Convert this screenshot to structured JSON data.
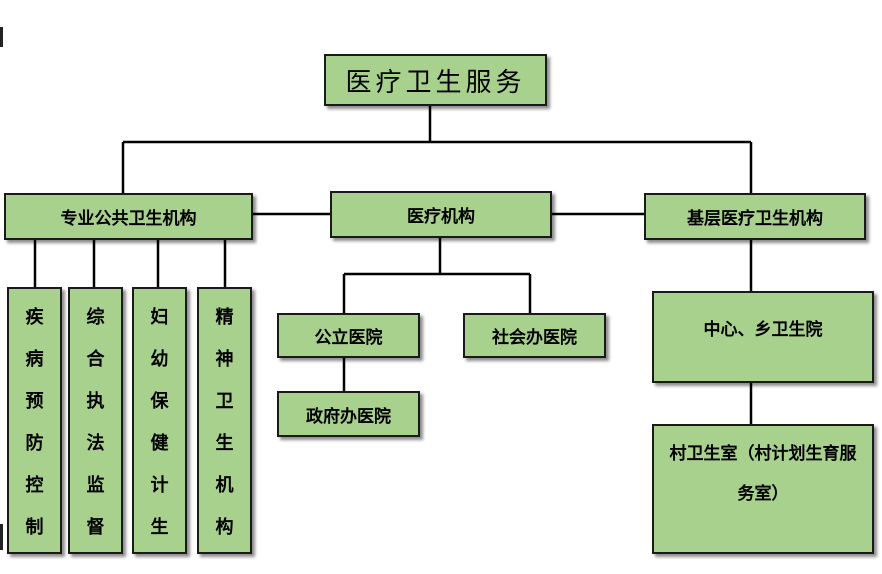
{
  "root": {
    "label": "医疗卫生服务"
  },
  "level1": {
    "public_health": "专业公共卫生机构",
    "medical": "医疗机构",
    "grassroots": "基层医疗卫生机构"
  },
  "public_health_children": [
    {
      "label": "疾病预防控制"
    },
    {
      "label": "综合执法监督"
    },
    {
      "label": "妇幼保健计生"
    },
    {
      "label": "精神卫生机构"
    }
  ],
  "medical_children": {
    "public_hospital": "公立医院",
    "gov_hospital": "政府办医院",
    "social_hospital": "社会办医院"
  },
  "grassroots_children": {
    "center": "中心、乡卫生院",
    "village": "村卫生室（村计划生育服务室）"
  },
  "colors": {
    "box_fill": "#a9d18e",
    "border": "#1a1a1a",
    "line": "#000000"
  }
}
